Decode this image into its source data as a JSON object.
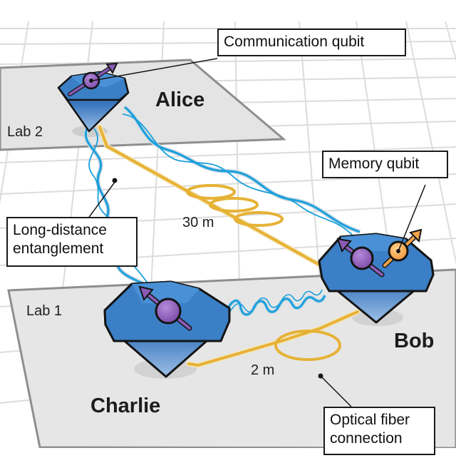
{
  "diagram": {
    "title": "Three-node quantum network",
    "nodes": [
      {
        "id": "alice",
        "name": "Alice",
        "lab": "Lab 2",
        "qubits": [
          "communication"
        ]
      },
      {
        "id": "bob",
        "name": "Bob",
        "lab": "Lab 1",
        "qubits": [
          "communication",
          "memory"
        ]
      },
      {
        "id": "charlie",
        "name": "Charlie",
        "lab": "Lab 1",
        "qubits": [
          "communication"
        ]
      }
    ],
    "labs": [
      "Lab 2",
      "Lab 1"
    ],
    "links": [
      {
        "from": "alice",
        "to": "bob",
        "type": "optical-fiber",
        "length": "30 m"
      },
      {
        "from": "bob",
        "to": "charlie",
        "type": "optical-fiber",
        "length": "2 m"
      },
      {
        "from": "alice",
        "to": "charlie",
        "type": "entanglement"
      },
      {
        "from": "alice",
        "to": "bob",
        "type": "entanglement"
      },
      {
        "from": "bob",
        "to": "charlie",
        "type": "entanglement"
      }
    ],
    "callouts": {
      "communication_qubit": "Communication qubit",
      "memory_qubit": "Memory qubit",
      "entanglement_line1": "Long-distance",
      "entanglement_line2": "entanglement",
      "fiber_line1": "Optical fiber",
      "fiber_line2": "connection"
    },
    "distances": {
      "long": "30 m",
      "short": "2 m"
    },
    "colors": {
      "diamond": "#3d7fc4",
      "diamond_dark": "#2a5c98",
      "communication_qubit": "#8a5bb5",
      "memory_qubit": "#f2a24a",
      "fiber": "#e8b33a",
      "entanglement": "#1aa0dc",
      "platform": "#e6e6e6",
      "platform_edge": "#8c8c8c",
      "grid": "#d8d8d8"
    }
  }
}
